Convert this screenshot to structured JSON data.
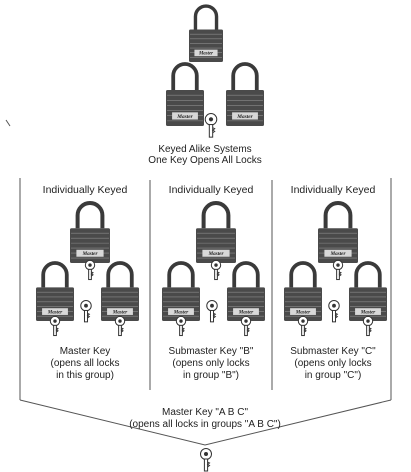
{
  "top": {
    "caption_line1": "Keyed Alike Systems",
    "caption_line2": "One Key Opens All Locks"
  },
  "brand": "Master",
  "groups": [
    {
      "header": "Individually Keyed",
      "key_caption_line1": "Master Key",
      "key_caption_line2": "(opens all locks",
      "key_caption_line3": "in this group)"
    },
    {
      "header": "Individually Keyed",
      "key_caption_line1": "Submaster Key \"B\"",
      "key_caption_line2": "(opens only locks",
      "key_caption_line3": "in group \"B\")"
    },
    {
      "header": "Individually Keyed",
      "key_caption_line1": "Submaster Key \"C\"",
      "key_caption_line2": "(opens only locks",
      "key_caption_line3": "in group \"C\")"
    }
  ],
  "bottom": {
    "caption_line1": "Master Key \"A B C\"",
    "caption_line2": "(opens all locks in groups \"A B C\")"
  },
  "colors": {
    "lock_body": "#4a4a4a",
    "lock_ridge": "#8a8a8a",
    "shackle": "#3a3a3a",
    "line": "#555555"
  }
}
